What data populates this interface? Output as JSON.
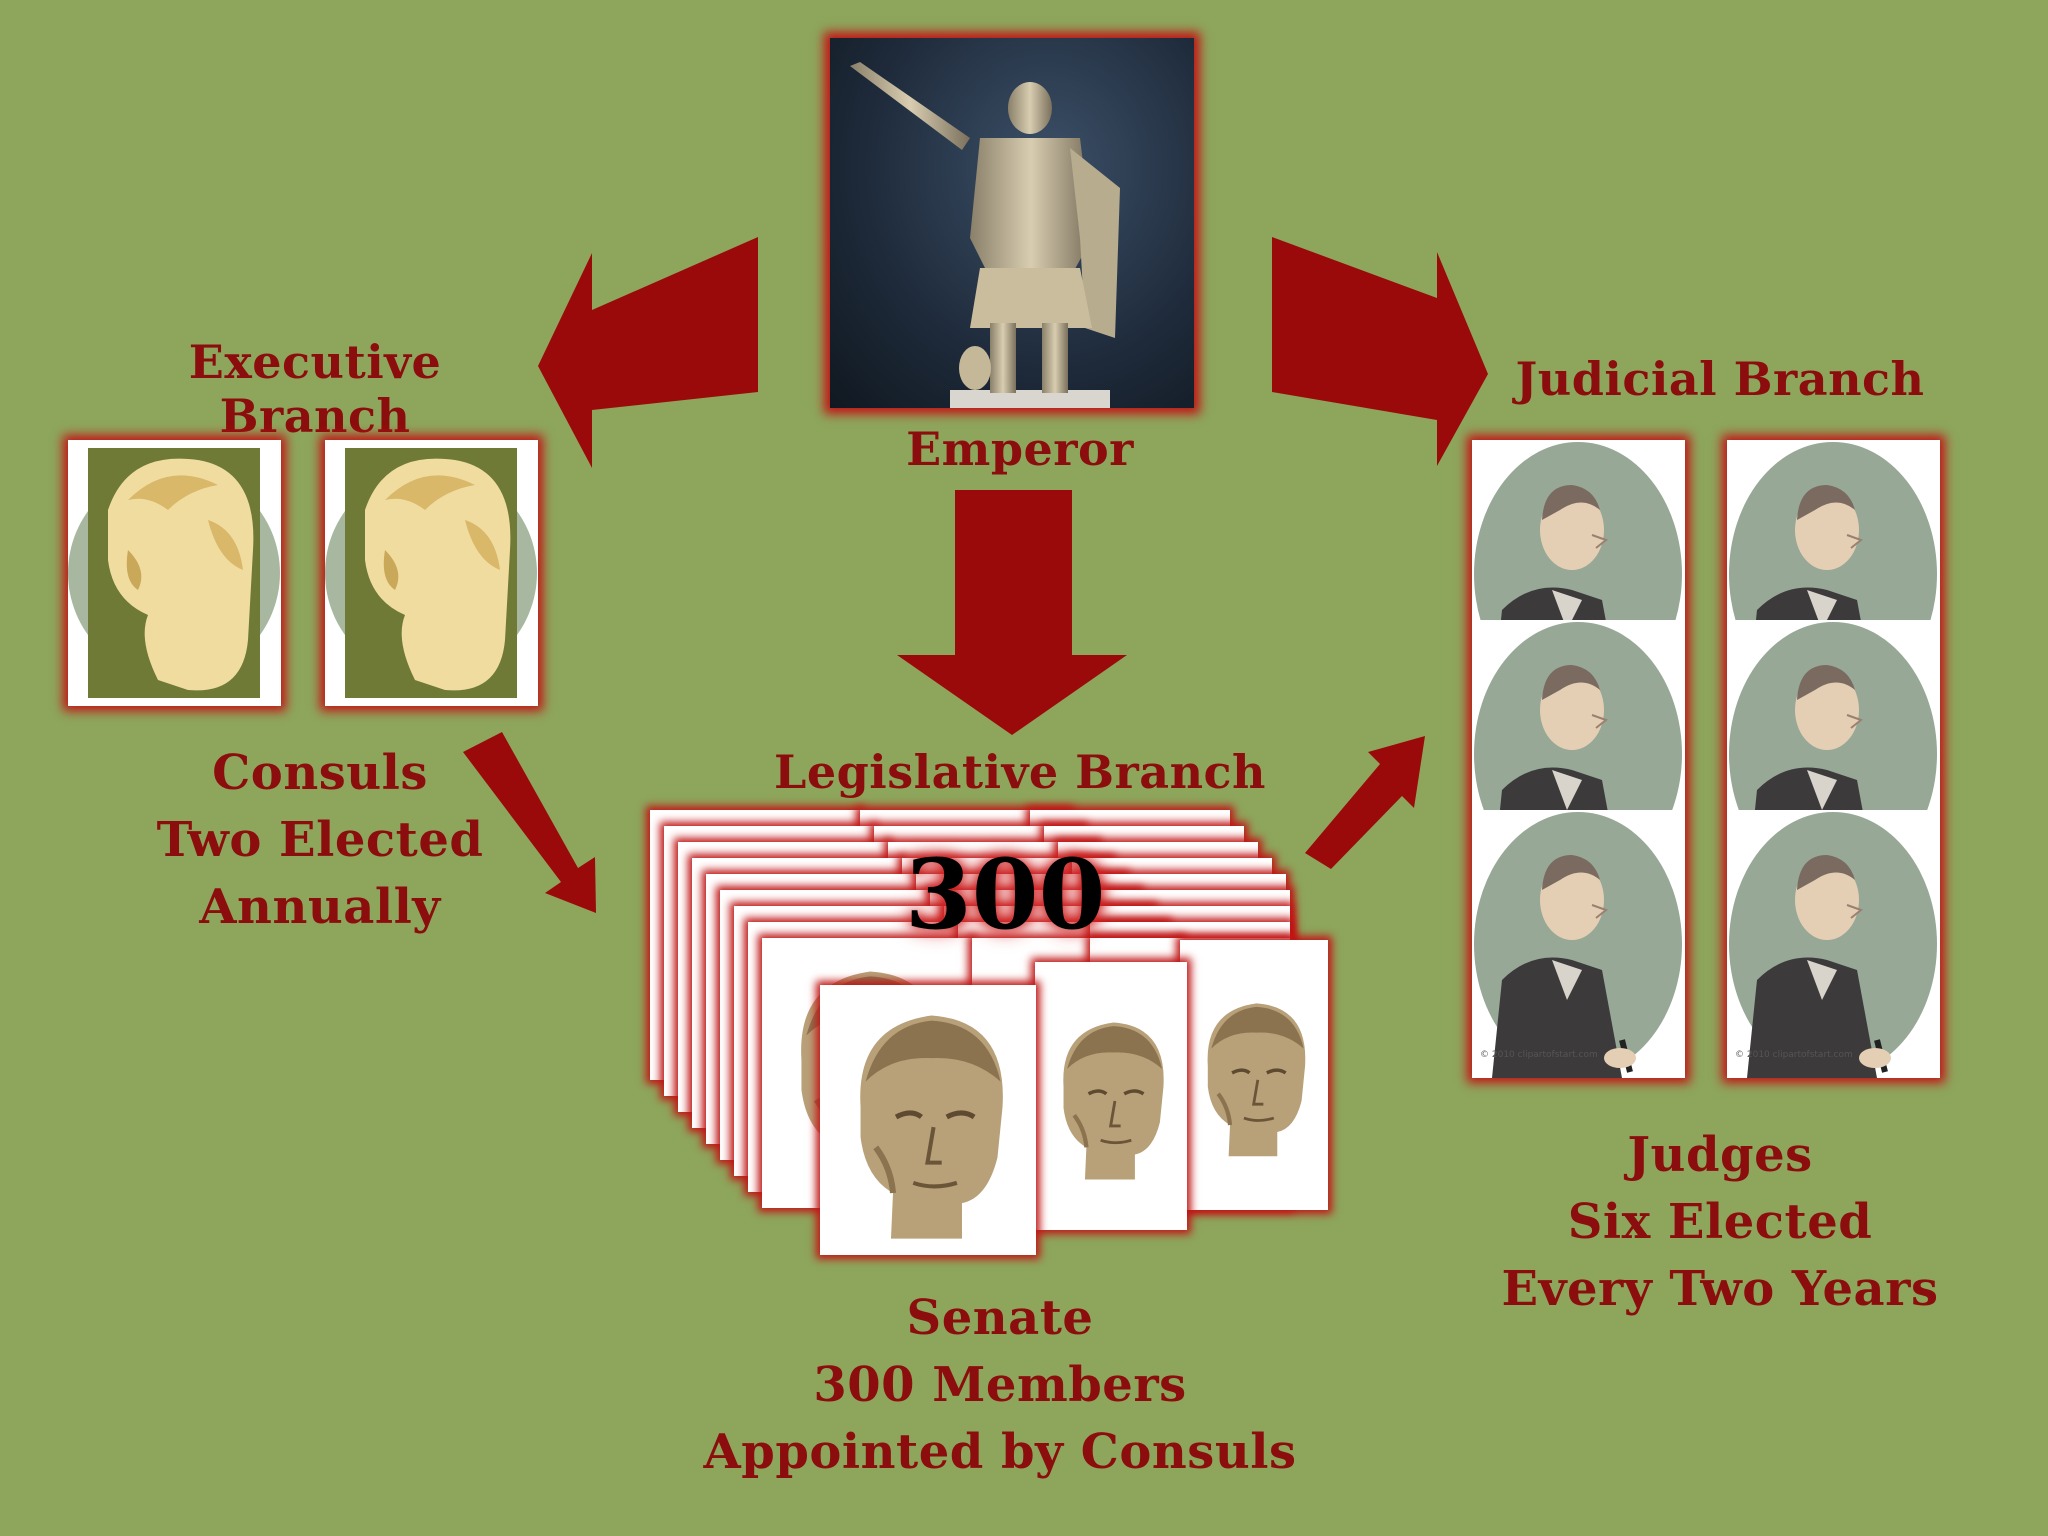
{
  "colors": {
    "background": "#8da65c",
    "arrow": "#9b0a0a",
    "text": "#8b0d0d",
    "glow": "#c01616"
  },
  "emperor": {
    "label": "Emperor",
    "icon": "statue-of-emperor-icon"
  },
  "executive": {
    "heading": "Executive Branch",
    "caption": [
      "Consuls",
      "Two Elected",
      "Annually"
    ],
    "icon": "consul-head-icon"
  },
  "legislative": {
    "heading": "Legislative Branch",
    "count_badge": "300",
    "caption": [
      "Senate",
      "300 Members",
      "Appointed by Consuls"
    ],
    "icon": "senator-bust-icon"
  },
  "judicial": {
    "heading": "Judicial Branch",
    "caption": [
      "Judges",
      "Six Elected",
      "Every Two Years"
    ],
    "icon": "judge-portrait-icon",
    "watermark": "© 2010 clipartofstart.com"
  }
}
